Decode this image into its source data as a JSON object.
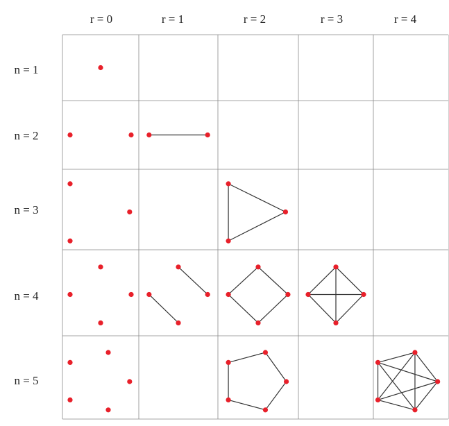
{
  "colors": {
    "vertex": "#e8202a",
    "edge": "#333333",
    "grid": "#888888"
  },
  "columns": [
    "r = 0",
    "r = 1",
    "r = 2",
    "r = 3",
    "r = 4"
  ],
  "rows": [
    "n = 1",
    "n = 2",
    "n = 3",
    "n = 4",
    "n = 5"
  ],
  "cells": [
    {
      "row": 0,
      "col": 0,
      "vertices": [
        [
          0.5,
          0.5
        ]
      ],
      "edges": []
    },
    {
      "row": 1,
      "col": 0,
      "vertices": [
        [
          0.1,
          0.5
        ],
        [
          0.9,
          0.5
        ]
      ],
      "edges": []
    },
    {
      "row": 1,
      "col": 1,
      "vertices": [
        [
          0.13,
          0.5
        ],
        [
          0.87,
          0.5
        ]
      ],
      "edges": [
        [
          0,
          1
        ]
      ]
    },
    {
      "row": 2,
      "col": 0,
      "vertices": [
        [
          0.1,
          0.18
        ],
        [
          0.88,
          0.53
        ],
        [
          0.1,
          0.89
        ]
      ],
      "edges": []
    },
    {
      "row": 2,
      "col": 2,
      "vertices": [
        [
          0.13,
          0.18
        ],
        [
          0.84,
          0.53
        ],
        [
          0.13,
          0.89
        ]
      ],
      "edges": [
        [
          0,
          1
        ],
        [
          1,
          2
        ],
        [
          2,
          0
        ]
      ]
    },
    {
      "row": 3,
      "col": 0,
      "vertices": [
        [
          0.5,
          0.2
        ],
        [
          0.1,
          0.52
        ],
        [
          0.9,
          0.52
        ],
        [
          0.5,
          0.85
        ]
      ],
      "edges": []
    },
    {
      "row": 3,
      "col": 1,
      "vertices": [
        [
          0.5,
          0.2
        ],
        [
          0.13,
          0.52
        ],
        [
          0.87,
          0.52
        ],
        [
          0.5,
          0.85
        ]
      ],
      "edges": [
        [
          0,
          2
        ],
        [
          1,
          3
        ]
      ]
    },
    {
      "row": 3,
      "col": 2,
      "vertices": [
        [
          0.5,
          0.2
        ],
        [
          0.13,
          0.52
        ],
        [
          0.87,
          0.52
        ],
        [
          0.5,
          0.85
        ]
      ],
      "edges": [
        [
          0,
          2
        ],
        [
          2,
          3
        ],
        [
          3,
          1
        ],
        [
          1,
          0
        ]
      ]
    },
    {
      "row": 3,
      "col": 3,
      "vertices": [
        [
          0.5,
          0.2
        ],
        [
          0.13,
          0.52
        ],
        [
          0.87,
          0.52
        ],
        [
          0.5,
          0.85
        ]
      ],
      "edges": [
        [
          0,
          1
        ],
        [
          0,
          2
        ],
        [
          0,
          3
        ],
        [
          1,
          2
        ],
        [
          1,
          3
        ],
        [
          2,
          3
        ]
      ]
    },
    {
      "row": 4,
      "col": 0,
      "vertices": [
        [
          0.6,
          0.2
        ],
        [
          0.1,
          0.32
        ],
        [
          0.88,
          0.55
        ],
        [
          0.1,
          0.77
        ],
        [
          0.6,
          0.89
        ]
      ],
      "edges": []
    },
    {
      "row": 4,
      "col": 2,
      "vertices": [
        [
          0.59,
          0.2
        ],
        [
          0.13,
          0.32
        ],
        [
          0.85,
          0.55
        ],
        [
          0.13,
          0.77
        ],
        [
          0.59,
          0.89
        ]
      ],
      "edges": [
        [
          0,
          1
        ],
        [
          1,
          3
        ],
        [
          3,
          4
        ],
        [
          4,
          2
        ],
        [
          2,
          0
        ]
      ]
    },
    {
      "row": 4,
      "col": 4,
      "vertices": [
        [
          0.55,
          0.2
        ],
        [
          0.06,
          0.32
        ],
        [
          0.85,
          0.55
        ],
        [
          0.06,
          0.77
        ],
        [
          0.55,
          0.89
        ]
      ],
      "edges": [
        [
          0,
          1
        ],
        [
          0,
          2
        ],
        [
          0,
          3
        ],
        [
          0,
          4
        ],
        [
          1,
          2
        ],
        [
          1,
          3
        ],
        [
          1,
          4
        ],
        [
          2,
          3
        ],
        [
          2,
          4
        ],
        [
          3,
          4
        ]
      ]
    }
  ]
}
